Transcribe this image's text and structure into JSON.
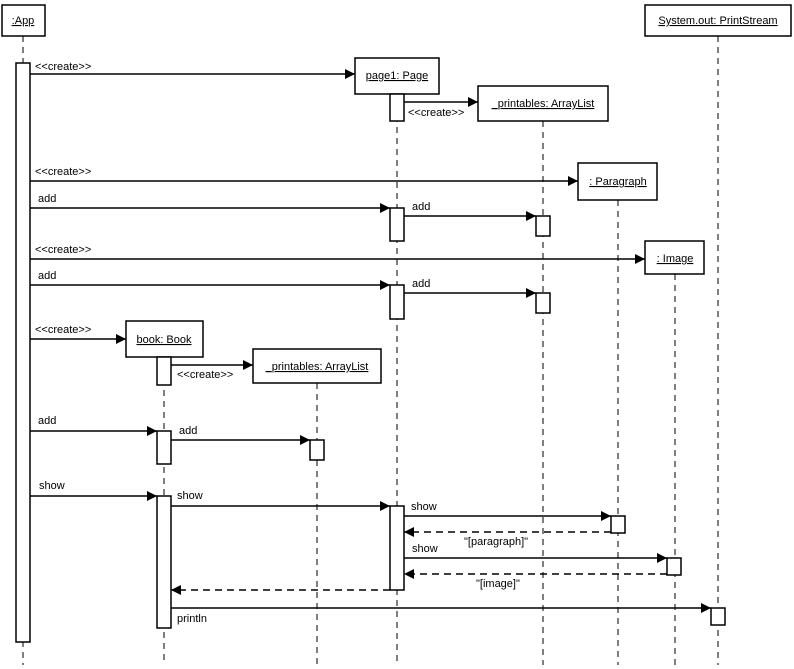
{
  "participants": {
    "app": ":App",
    "stdout": "System.out: PrintStream",
    "page1": "page1: Page",
    "printables_page": "_printables: ArrayList",
    "paragraph": ": Paragraph",
    "image": ": Image",
    "book": "book: Book",
    "printables_book": "_printables: ArrayList"
  },
  "messages": {
    "create_page": "<<create>>",
    "create_page_list": "<<create>>",
    "create_paragraph": "<<create>>",
    "add_paragraph_page": "add",
    "add_paragraph_list": "add",
    "create_image": "<<create>>",
    "add_image_page": "add",
    "add_image_list": "add",
    "create_book": "<<create>>",
    "create_book_list": "<<create>>",
    "add_page_book": "add",
    "add_page_list": "add",
    "show_book": "show",
    "show_page": "show",
    "show_paragraph": "show",
    "return_paragraph": "\"[paragraph]\"",
    "show_image": "show",
    "return_image": "\"[image]\"",
    "println": "println"
  }
}
